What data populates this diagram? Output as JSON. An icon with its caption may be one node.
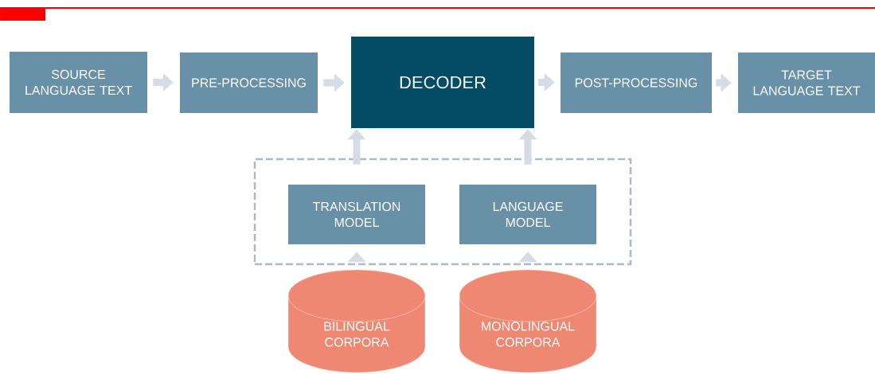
{
  "diagram": {
    "nodes": [
      {
        "text": [
          "SOURCE LANGUAGE TEXT"
        ]
      },
      {
        "text": [
          "PRE-PROCESSING"
        ]
      },
      {
        "text": [
          "DECODER"
        ]
      },
      {
        "text": [
          "POST-PROCESSING"
        ]
      },
      {
        "text": [
          "TARGET LANGUAGE TEXT"
        ]
      },
      {
        "text": [],
        "shape": "box"
      },
      {
        "text": [
          "TRANSLATION MODEL"
        ],
        "in": 5
      },
      {
        "text": [
          "LANGUAGE MODEL"
        ],
        "in": 5
      },
      {
        "text": [
          "BILINGUAL CORPORA"
        ]
      },
      {
        "text": [
          "MONOLINGUAL CORPORA"
        ]
      }
    ],
    "edges": [
      {
        "from": 0,
        "to": 1,
        "arrow": "to"
      },
      {
        "from": 1,
        "to": 2,
        "arrow": "to"
      },
      {
        "from": 2,
        "to": 3,
        "arrow": "to"
      },
      {
        "from": 3,
        "to": 4,
        "arrow": "to"
      },
      {
        "from": 5,
        "to": 2,
        "arrow": "to"
      },
      {
        "from": 5,
        "to": 2,
        "arrow": "to"
      },
      {
        "from": 8,
        "to": 6,
        "arrow": "to"
      },
      {
        "from": 9,
        "to": 7,
        "arrow": "to"
      }
    ]
  }
}
